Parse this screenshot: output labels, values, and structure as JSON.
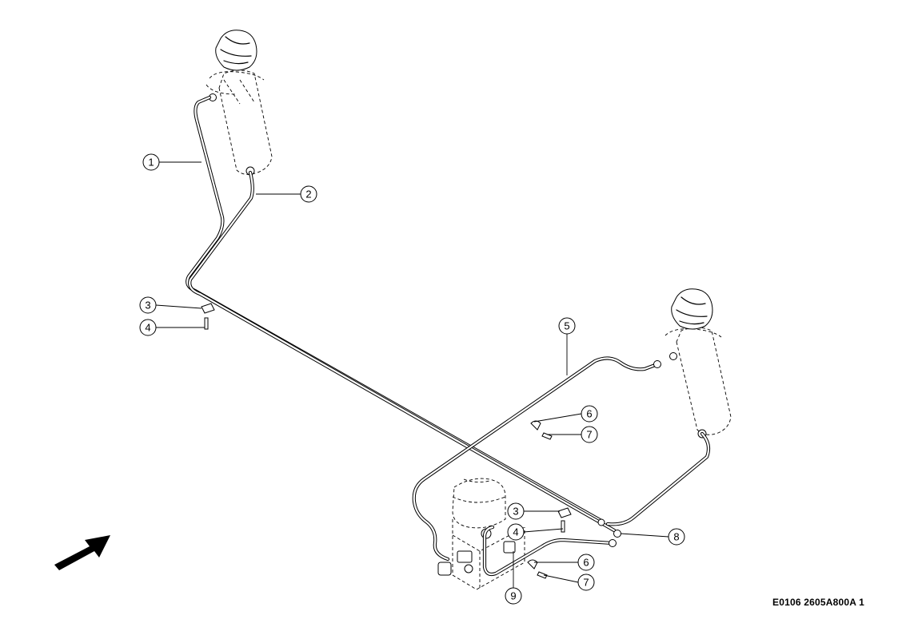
{
  "diagram": {
    "reference_code": "E0106 2605A800A 1",
    "direction_arrow_icon": "forward-arrow-icon",
    "callouts": [
      {
        "id": "c1",
        "label": "1"
      },
      {
        "id": "c2",
        "label": "2"
      },
      {
        "id": "c3a",
        "label": "3"
      },
      {
        "id": "c4a",
        "label": "4"
      },
      {
        "id": "c5",
        "label": "5"
      },
      {
        "id": "c6a",
        "label": "6"
      },
      {
        "id": "c7a",
        "label": "7"
      },
      {
        "id": "c3b",
        "label": "3"
      },
      {
        "id": "c4b",
        "label": "4"
      },
      {
        "id": "c8",
        "label": "8"
      },
      {
        "id": "c6b",
        "label": "6"
      },
      {
        "id": "c7b",
        "label": "7"
      },
      {
        "id": "c9",
        "label": "9"
      }
    ]
  }
}
